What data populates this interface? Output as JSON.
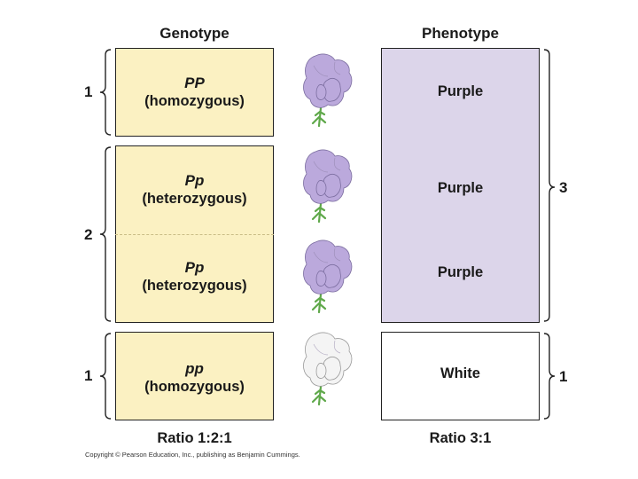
{
  "headers": {
    "genotype": "Genotype",
    "phenotype": "Phenotype"
  },
  "genotypes": [
    {
      "symbol": "PP",
      "description": "(homozygous)"
    },
    {
      "symbol": "Pp",
      "description": "(heterozygous)"
    },
    {
      "symbol": "Pp",
      "description": "(heterozygous)"
    },
    {
      "symbol": "pp",
      "description": "(homozygous)"
    }
  ],
  "phenotypes": [
    "Purple",
    "Purple",
    "Purple",
    "White"
  ],
  "genotype_counts": [
    "1",
    "2",
    "1"
  ],
  "phenotype_counts": [
    "3",
    "1"
  ],
  "ratios": {
    "genotype": "Ratio 1:2:1",
    "phenotype": "Ratio 3:1"
  },
  "copyright": "Copyright © Pearson Education, Inc., publishing as Benjamin Cummings.",
  "colors": {
    "genotype_fill": "#fbf1c2",
    "purple_fill": "#dcd5ea",
    "white_fill": "#ffffff",
    "flower_purple": "#bba9dc",
    "flower_white": "#f4f4f4",
    "stem_green": "#5fa84a"
  },
  "flowers": [
    "purple",
    "purple",
    "purple",
    "white"
  ]
}
